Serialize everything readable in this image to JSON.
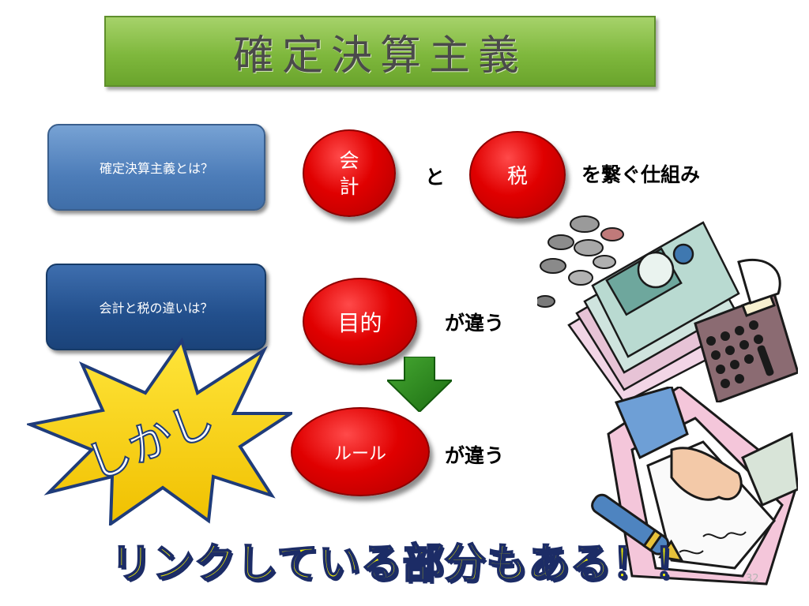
{
  "slide": {
    "title": "確定決算主義",
    "question1": "確定決算主義とは？",
    "question2": "会計と税の違いは？",
    "oval_kaikei": "会計",
    "oval_zei": "税",
    "connector_to": "と",
    "tsunagu": "を繋ぐ仕組み",
    "oval_mokuteki": "目的",
    "chigau1": "が違う",
    "oval_rule": "ルール",
    "chigau2": "が違う",
    "starburst_text": "しかし",
    "bottom_text": "リンクしている部分もある！！",
    "page_number": "32"
  },
  "colors": {
    "title_green": "#7fb83d",
    "box_light_blue": "#4d7db9",
    "box_dark_blue": "#224f8c",
    "oval_red": "#e00000",
    "arrow_green": "#2e8a1e",
    "star_yellow": "#f7d21c",
    "bottom_text_yellow": "#f0ee00",
    "bottom_text_outline": "#1c2c66"
  },
  "icons": {
    "arrow": "down-arrow-icon",
    "money": "money-calculator-clipart",
    "handshake": "handshake-contract-clipart"
  }
}
